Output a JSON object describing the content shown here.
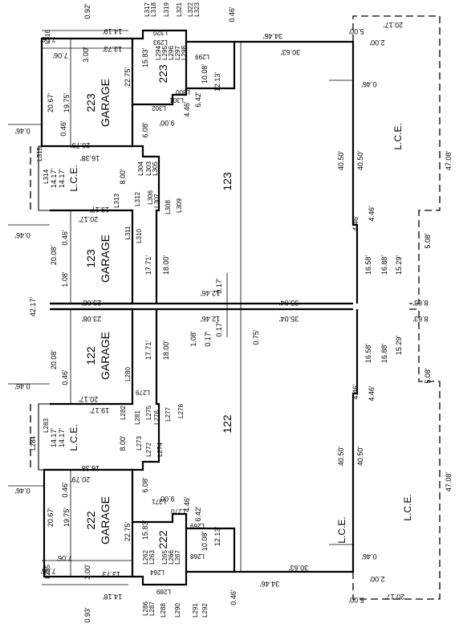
{
  "units": {
    "garage_223": [
      "223",
      "GARAGE"
    ],
    "garage_123": [
      "123",
      "GARAGE"
    ],
    "garage_122": [
      "122",
      "GARAGE"
    ],
    "garage_222": [
      "222",
      "GARAGE"
    ],
    "unit_223": "223",
    "unit_222": "222",
    "unit_123": "123",
    "unit_122": "122"
  },
  "lce": "L.C.E.",
  "dimensions": {
    "d_0_92": "0.92'",
    "d_14_19": "14.19'",
    "d_7_06_a": "7.06'",
    "d_7_06_b": "7.06'",
    "d_13_73_a": "13.73'",
    "d_3_00_a": "3.00'",
    "d_0_46_top": "0.46'",
    "d_34_46_top": "34.46'",
    "d_30_63_top": "30.63'",
    "d_5_00_top": "5.00'",
    "d_2_00_top": "2.00'",
    "d_20_17_top": "20.17'",
    "d_22_75_a": "22.75'",
    "d_15_83_a": "15.83'",
    "d_12_13_a": "12.13'",
    "d_10_08_a": "10.08'",
    "d_6_42_a": "6.42'",
    "d_4_46_a": "4.46'",
    "d_9_00_a": "9.00'",
    "d_6_08_a": "6.08'",
    "d_20_67_a": "20.67'",
    "d_19_75_a": "19.75'",
    "d_0_46_a": "0.46'",
    "d_0_46_left1": "0.46'",
    "d_20_79_a": "20.79'",
    "d_16_38_a": "16.38'",
    "d_14_17_a": "14.17'",
    "d_14_17_b": "14.17'",
    "d_8_00_a": "8.00'",
    "d_19_17_a": "19.17'",
    "d_20_17_a": "20.17'",
    "d_0_46_left2": "0.46'",
    "d_20_08_a": "20.08'",
    "d_0_46_b": "0.46'",
    "d_1_08_a": "1.08'",
    "d_23_08_a": "23.08'",
    "d_17_71_a": "17.71'",
    "d_18_00_a": "18.00'",
    "d_42_17": "42.17'",
    "d_12_46_a": "12.46'",
    "d_0_17_a": "0.17'",
    "d_35_04_a": "35.04'",
    "d_40_50_a": "40.50'",
    "d_40_50_b": "40.50'",
    "d_0_46_r1": "0.46'",
    "d_47_08_a": "47.08'",
    "d_4_46_r1": "4.46'",
    "d_4_46_r2": "4.46'",
    "d_16_58_a": "16.58'",
    "d_16_88_a": "16.88'",
    "d_15_29_a": "15.29'",
    "d_5_08_a": "5.08'",
    "d_8_63_a": "8.63'",
    "d_8_63_b": "8.63'",
    "d_23_08_b": "23.08'",
    "d_12_46_b": "12.46'",
    "d_0_17_b": "0.17'",
    "d_35_04_b": "35.04'",
    "d_1_08_b": "1.08'",
    "d_0_17_c": "0.17'",
    "d_0_75": "0.75'",
    "d_20_08_b": "20.08'",
    "d_0_46_c": "0.46'",
    "d_17_71_b": "17.71'",
    "d_18_00_b": "18.00'",
    "d_20_17_b": "20.17'",
    "d_19_17_b": "19.17'",
    "d_0_46_left3": "0.46'",
    "d_14_17_c": "14.17'",
    "d_14_17_d": "14.17'",
    "d_16_58_b": "16.58'",
    "d_16_88_b": "16.88'",
    "d_15_29_b": "15.29'",
    "d_5_08_b": "5.08'",
    "d_4_46_r3": "4.46'",
    "d_4_46_r4": "4.46'",
    "d_8_00_b": "8.00'",
    "d_16_38_b": "16.38'",
    "d_20_79_b": "20.79'",
    "d_0_46_left4": "0.46'",
    "d_0_46_d": "0.46'",
    "d_20_67_b": "20.67'",
    "d_19_75_b": "19.75'",
    "d_6_08_b": "6.08'",
    "d_9_00_b": "9.00'",
    "d_22_75_b": "22.75'",
    "d_4_46_b": "4.46'",
    "d_6_42_b": "6.42'",
    "d_15_83_b": "15.83'",
    "d_10_08_b": "10.08'",
    "d_12_13_b": "12.13'",
    "d_40_50_c": "40.50'",
    "d_40_50_d": "40.50'",
    "d_47_08_b": "47.08'",
    "d_7_06_c": "7.06'",
    "d_7_06_d": "7.06'",
    "d_13_73_b": "13.73'",
    "d_3_00_b": "3.00'",
    "d_0_46_r2": "0.46'",
    "d_30_63_b": "30.63'",
    "d_34_46_b": "34.46'",
    "d_0_46_bot": "0.46'",
    "d_5_00_bot": "5.00'",
    "d_2_00_bot": "2.00'",
    "d_20_17_bot": "20.17'",
    "d_0_93": "0.93'",
    "d_14_18": "14.18'"
  },
  "line_labels": {
    "L317": "L317",
    "L318": "L318",
    "L319": "L319",
    "L321": "L321",
    "L322": "L322",
    "L323": "L323",
    "L320": "L320",
    "L293": "L293",
    "L294": "L294",
    "L295": "L295",
    "L296": "L296",
    "L297": "L297",
    "L298": "L298",
    "L299": "L299",
    "L300": "L300",
    "L301": "L301",
    "L302": "L302",
    "L316": "L316",
    "L315": "L315",
    "L314": "L314",
    "L313": "L313",
    "L312": "L312",
    "L303": "L303",
    "L304": "L304",
    "L305": "L305",
    "L306": "L306",
    "L307": "L307",
    "L308": "L308",
    "L309": "L309",
    "L310": "L310",
    "L311": "L311",
    "L280": "L280",
    "L279": "L279",
    "L282": "L282",
    "L281": "L281",
    "L275": "L275",
    "L276": "L276",
    "L277": "L277",
    "L278": "L278",
    "L283": "L283",
    "L284": "L284",
    "L273": "L273",
    "L272": "L272",
    "L274": "L274",
    "L271": "L271",
    "L270": "L270",
    "L269": "L269",
    "L268": "L268",
    "L262": "L262",
    "L263": "L263",
    "L264": "L264",
    "L265": "L265",
    "L266": "L266",
    "L267": "L267",
    "L285": "L285",
    "L286": "L286",
    "L287": "L287",
    "L288": "L288",
    "L289": "L289",
    "L290": "L290",
    "L291": "L291",
    "L292": "L292"
  }
}
